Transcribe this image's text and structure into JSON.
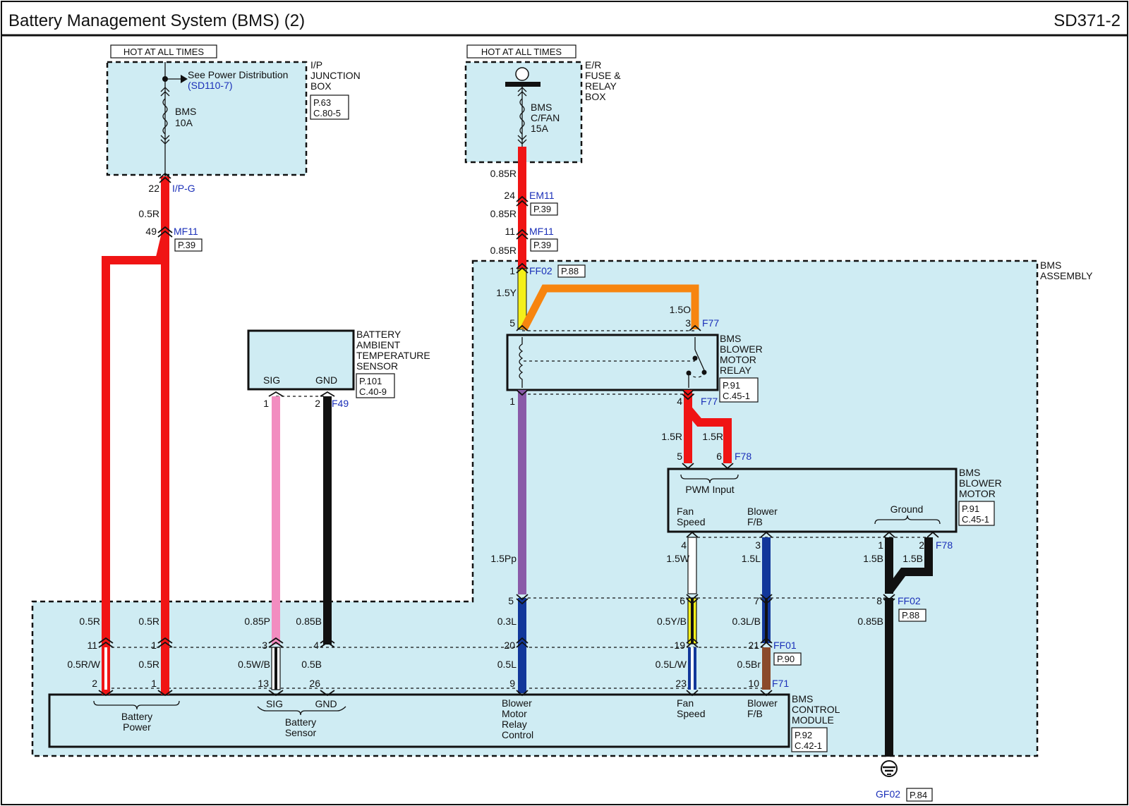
{
  "header": {
    "title": "Battery Management System (BMS) (2)",
    "code": "SD371-2"
  },
  "colors": {
    "red": "#f01414",
    "yellow": "#f4f01a",
    "orange": "#f7850f",
    "purple": "#8a5aa8",
    "pink": "#f28dc0",
    "black": "#111111",
    "blue": "#12379a",
    "brown": "#8b4a2b",
    "white": "#ffffff",
    "box_fill": "#cfecf3"
  },
  "ip_box": {
    "hot_label": "HOT AT ALL TIMES",
    "see_power": "See Power Distribution",
    "see_ref": "(SD110-7)",
    "fuse_name": "BMS",
    "fuse_rating": "10A",
    "name_lines": [
      "I/P",
      "JUNCTION",
      "BOX"
    ],
    "ref_lines": [
      "P.63",
      "C.80-5"
    ]
  },
  "er_box": {
    "hot_label": "HOT AT ALL TIMES",
    "fuse_lines": [
      "BMS",
      "C/FAN",
      "15A"
    ],
    "name_lines": [
      "E/R",
      "FUSE &",
      "RELAY",
      "BOX"
    ]
  },
  "left_wires": {
    "pin22": "22",
    "conn_ipg": "I/P-G",
    "wire_05r": "0.5R",
    "pin49": "49",
    "conn_mf11": "MF11",
    "ref_p39": "P.39"
  },
  "right_wires": {
    "w1": "0.85R",
    "pin24": "24",
    "conn_em11": "EM11",
    "ref_em11": "P.39",
    "w2": "0.85R",
    "pin11": "11",
    "conn_mf11": "MF11",
    "ref_mf11": "P.39",
    "w3": "0.85R",
    "pin1": "1",
    "conn_ff02": "FF02",
    "ref_ff02": "P.88"
  },
  "bms_assembly": {
    "label_lines": [
      "BMS",
      "ASSEMBLY"
    ]
  },
  "relay": {
    "name_lines": [
      "BMS",
      "BLOWER",
      "MOTOR",
      "RELAY"
    ],
    "ref_lines": [
      "P.91",
      "C.45-1"
    ],
    "wire_y": "1.5Y",
    "wire_o": "1.5O",
    "pin5": "5",
    "pin3": "3",
    "conn_top": "F77",
    "pin1": "1",
    "pin4": "4",
    "conn_bot": "F77"
  },
  "sensor": {
    "name_lines": [
      "BATTERY",
      "AMBIENT",
      "TEMPERATURE",
      "SENSOR"
    ],
    "ref_lines": [
      "P.101",
      "C.40-9"
    ],
    "sig": "SIG",
    "gnd": "GND",
    "pin1": "1",
    "pin2": "2",
    "conn": "F49"
  },
  "motor": {
    "name_lines": [
      "BMS",
      "BLOWER",
      "MOTOR"
    ],
    "ref_lines": [
      "P.91",
      "C.45-1"
    ],
    "w_r1": "1.5R",
    "w_r2": "1.5R",
    "pin5": "5",
    "pin6": "6",
    "conn_in": "F78",
    "pwm": "PWM Input",
    "fan_lines": [
      "Fan",
      "Speed"
    ],
    "fb_lines": [
      "Blower",
      "F/B"
    ],
    "ground": "Ground",
    "pin4": "4",
    "pin3": "3",
    "pin1": "1",
    "pin2": "2",
    "conn_out": "F78",
    "w_w": "1.5W",
    "w_l": "1.5L",
    "w_b1": "1.5B",
    "w_b2": "1.5B",
    "w_pp": "1.5Pp"
  },
  "ff02_row": {
    "p5": "5",
    "p6": "6",
    "p7": "7",
    "p8": "8",
    "conn": "FF02",
    "ref": "P.88"
  },
  "upper_wires": {
    "a": "0.5R",
    "b": "0.5R",
    "c": "0.85P",
    "d": "0.85B",
    "e": "0.3L",
    "f": "0.5Y/B",
    "g": "0.3L/B",
    "h": "0.85B"
  },
  "ff01_row": {
    "p11": "11",
    "p1": "1",
    "p3": "3",
    "p4": "4",
    "p20": "20",
    "p19": "19",
    "p21": "21",
    "conn": "FF01",
    "ref": "P.90"
  },
  "lower_wires": {
    "a": "0.5R/W",
    "b": "0.5R",
    "c": "0.5W/B",
    "d": "0.5B",
    "e": "0.5L",
    "f": "0.5L/W",
    "g": "0.5Br"
  },
  "f71_row": {
    "p2": "2",
    "p1": "1",
    "p13": "13",
    "p26": "26",
    "p9": "9",
    "p23": "23",
    "p10": "10",
    "conn": "F71"
  },
  "module": {
    "name_lines": [
      "BMS",
      "CONTROL",
      "MODULE"
    ],
    "ref_lines": [
      "P.92",
      "C.42-1"
    ],
    "battery_power": [
      "Battery",
      "Power"
    ],
    "sig": "SIG",
    "gnd": "GND",
    "battery_sensor": [
      "Battery",
      "Sensor"
    ],
    "relay_ctrl": [
      "Blower",
      "Motor",
      "Relay",
      "Control"
    ],
    "fan_speed": [
      "Fan",
      "Speed"
    ],
    "blower_fb": [
      "Blower",
      "F/B"
    ]
  },
  "ground": {
    "conn": "GF02",
    "ref": "P.84"
  }
}
